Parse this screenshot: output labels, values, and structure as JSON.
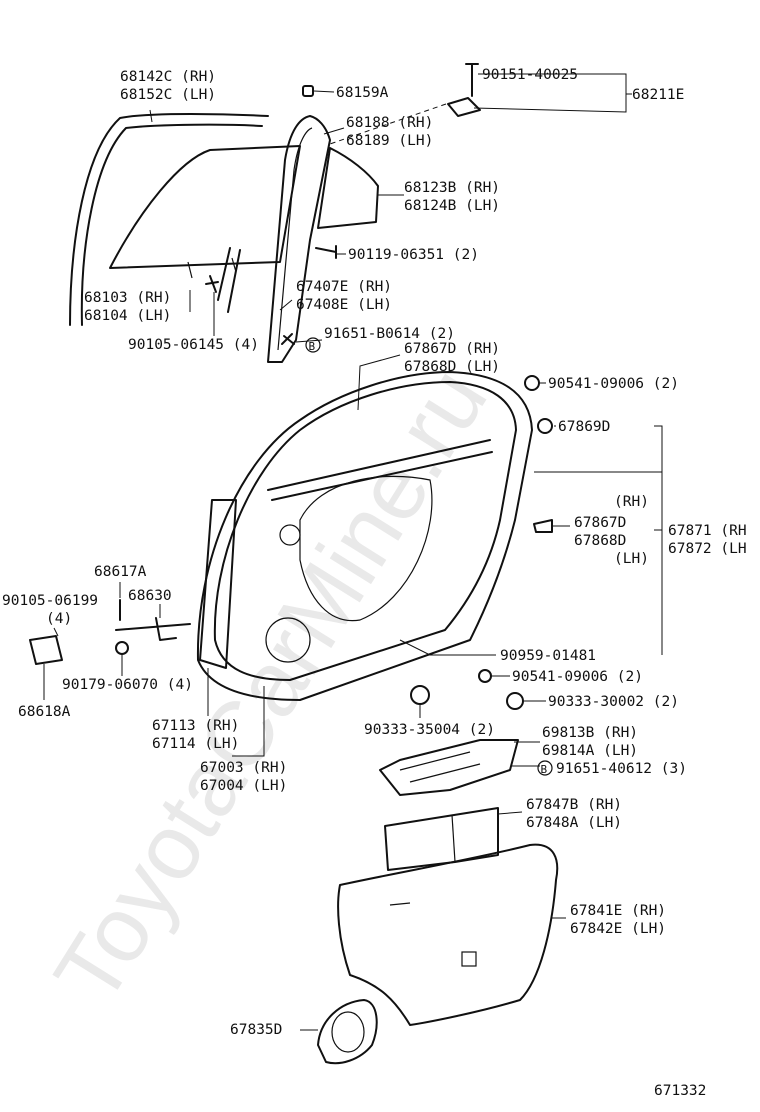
{
  "watermark": "ToyotaCarMine.ru",
  "diagram_id": "671332",
  "callouts": [
    {
      "id": "c1",
      "lines": [
        "68142C (RH)",
        "68152C (LH)"
      ]
    },
    {
      "id": "c2",
      "lines": [
        "68159A"
      ]
    },
    {
      "id": "c3",
      "lines": [
        "90151-40025"
      ]
    },
    {
      "id": "c4",
      "lines": [
        "68211E"
      ]
    },
    {
      "id": "c5",
      "lines": [
        "68188 (RH)",
        "68189 (LH)"
      ]
    },
    {
      "id": "c6",
      "lines": [
        "68123B (RH)",
        "68124B (LH)"
      ]
    },
    {
      "id": "c7",
      "lines": [
        "90119-06351 (2)"
      ]
    },
    {
      "id": "c8",
      "lines": [
        "68103 (RH)",
        "68104 (LH)"
      ]
    },
    {
      "id": "c9",
      "lines": [
        "67407E (RH)",
        "67408E (LH)"
      ]
    },
    {
      "id": "c10",
      "lines": [
        "90105-06145 (4)"
      ]
    },
    {
      "id": "c11",
      "lines": [
        "91651-B0614 (2)"
      ]
    },
    {
      "id": "c12",
      "lines": [
        "67867D (RH)",
        "67868D (LH)"
      ]
    },
    {
      "id": "c13",
      "lines": [
        "90541-09006 (2)"
      ]
    },
    {
      "id": "c14",
      "lines": [
        "67869D"
      ]
    },
    {
      "id": "c15",
      "lines": [
        "(RH)"
      ]
    },
    {
      "id": "c16",
      "lines": [
        "67867D",
        "67868D"
      ]
    },
    {
      "id": "c17",
      "lines": [
        "(LH)"
      ]
    },
    {
      "id": "c18",
      "lines": [
        "67871 (RH",
        "67872 (LH"
      ]
    },
    {
      "id": "c19",
      "lines": [
        "68617A"
      ]
    },
    {
      "id": "c20",
      "lines": [
        "90105-06199",
        "(4)"
      ]
    },
    {
      "id": "c21",
      "lines": [
        "68630"
      ]
    },
    {
      "id": "c22",
      "lines": [
        "90959-01481"
      ]
    },
    {
      "id": "c23",
      "lines": [
        "90179-06070 (4)"
      ]
    },
    {
      "id": "c24",
      "lines": [
        "90541-09006 (2)"
      ]
    },
    {
      "id": "c25",
      "lines": [
        "68618A"
      ]
    },
    {
      "id": "c26",
      "lines": [
        "90333-30002 (2)"
      ]
    },
    {
      "id": "c27",
      "lines": [
        "67113 (RH)",
        "67114 (LH)"
      ]
    },
    {
      "id": "c28",
      "lines": [
        "90333-35004 (2)"
      ]
    },
    {
      "id": "c29",
      "lines": [
        "69813B (RH)",
        "69814A (LH)"
      ]
    },
    {
      "id": "c30",
      "lines": [
        "67003 (RH)",
        "67004 (LH)"
      ]
    },
    {
      "id": "c31",
      "lines": [
        "91651-40612 (3)"
      ]
    },
    {
      "id": "c32",
      "lines": [
        "67847B (RH)",
        "67848A (LH)"
      ]
    },
    {
      "id": "c33",
      "lines": [
        "67841E (RH)",
        "67842E (LH)"
      ]
    },
    {
      "id": "c34",
      "lines": [
        "67835D"
      ]
    }
  ],
  "bolt_marker": "B"
}
